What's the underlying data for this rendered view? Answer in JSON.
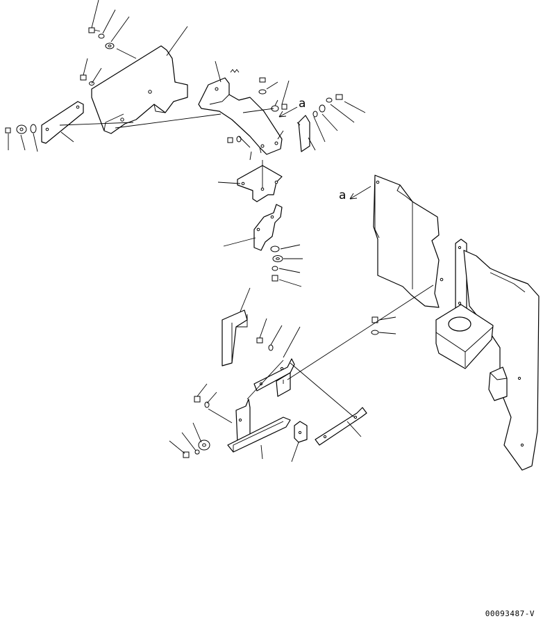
{
  "diagram": {
    "view_letter_1": "a",
    "view_letter_2": "a",
    "drawing_code": "00093487-V"
  }
}
